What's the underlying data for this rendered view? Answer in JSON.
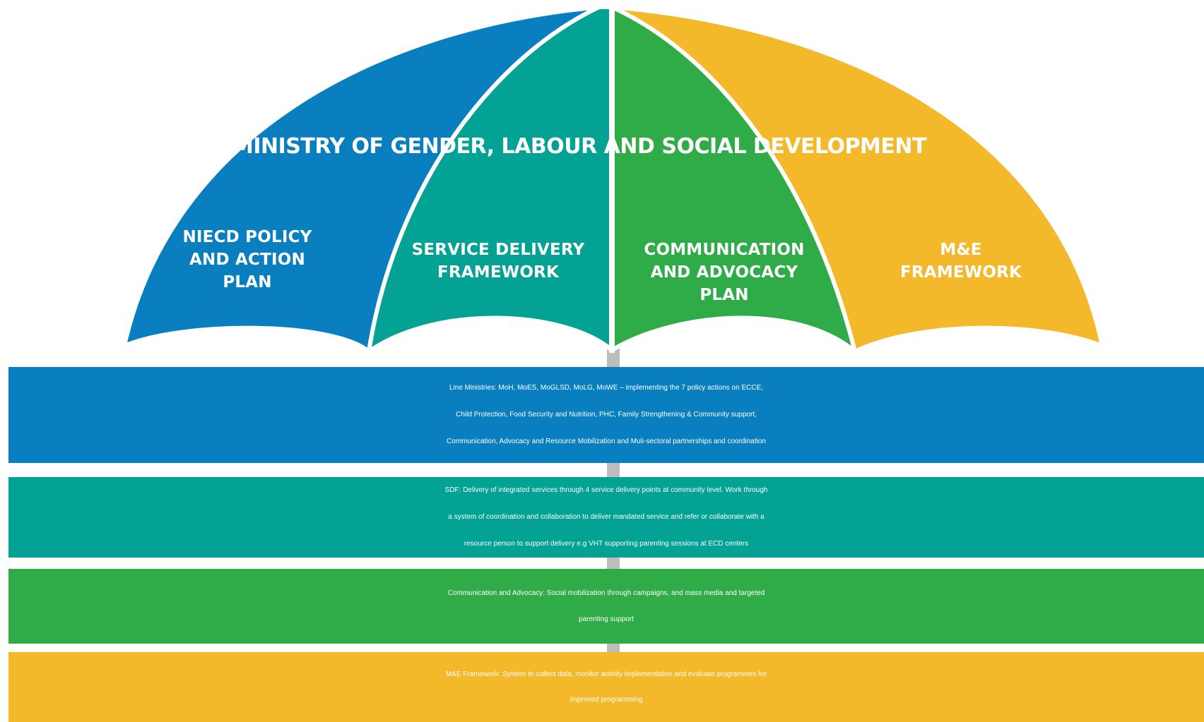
{
  "umbrella": {
    "title": "MINISTRY OF GENDER, LABOUR AND SOCIAL DEVELOPMENT",
    "colors": {
      "blue": "#0a7fc0",
      "teal": "#04a195",
      "green": "#2fab48",
      "yellow": "#f4b92a",
      "pole": "#bdbdbd"
    },
    "segments": [
      {
        "lines": [
          "NIECD POLICY",
          "AND ACTION",
          "PLAN"
        ]
      },
      {
        "lines": [
          "SERVICE DELIVERY",
          "FRAMEWORK"
        ]
      },
      {
        "lines": [
          "COMMUNICATION",
          "AND ADVOCACY",
          "PLAN"
        ]
      },
      {
        "lines": [
          "M&E",
          "FRAMEWORK"
        ]
      }
    ]
  },
  "bands": [
    {
      "lines": [
        "Line Ministries: MoH, MoES, MoGLSD, MoLG, MoWE – implementing the 7 policy actions on ECCE,",
        "Child Protection, Food Security and Nutrition, PHC, Family Strengthening & Community support,",
        "Communication, Advocacy and Resource Mobilization and Muli-sectoral partnerships and coordination"
      ]
    },
    {
      "lines": [
        "SDF: Delivery of integrated services through 4 service delivery points at community level. Work through",
        "a system of coordination and collaboration to deliver mandated service and refer or collaborate with a",
        "resource person to support delivery e.g VHT supporting parenting sessions at ECD centers"
      ]
    },
    {
      "lines": [
        "Communication and Advocacy: Social mobilization through campaigns, and mass media and targeted",
        "parenting support"
      ]
    },
    {
      "lines": [
        "M&E Framework: System to collect data, monitor activity implementation and evaluate programmes for",
        "improved programming"
      ]
    }
  ]
}
